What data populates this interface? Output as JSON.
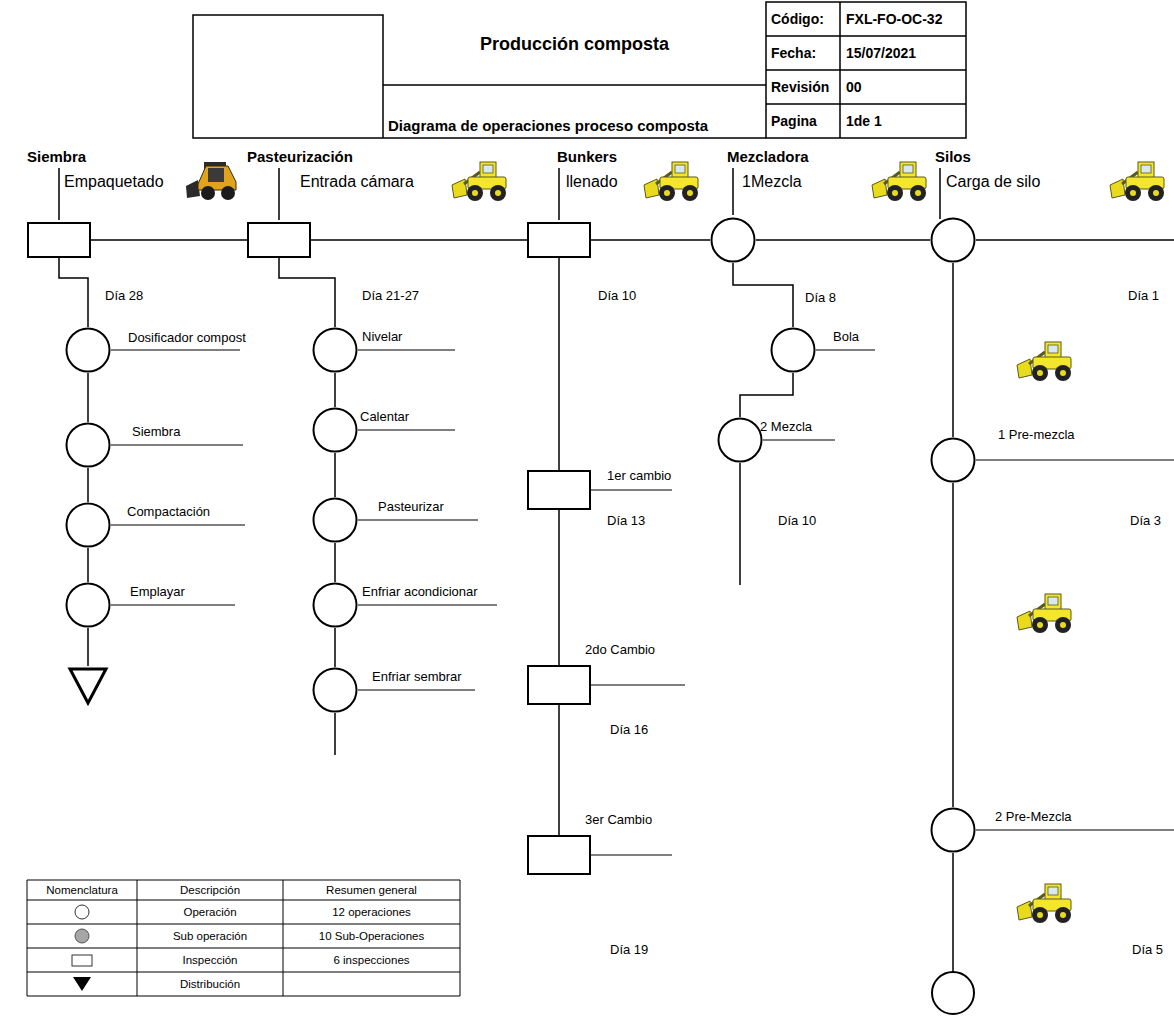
{
  "diagram": {
    "title": "Producción composta",
    "nodes": [
      {
        "text": [
          "Siembra",
          "Empaquetado"
        ]
      },
      {
        "text": [
          "Pasteurización",
          "Entrada cámara"
        ]
      },
      {
        "text": [
          "Bunkers",
          "llenado"
        ]
      },
      {
        "text": [
          "Mezcladora",
          "1Mezcla"
        ]
      },
      {
        "text": [
          "Silos",
          "Carga de silo"
        ]
      },
      {
        "text": [
          "Dosificador compost"
        ]
      },
      {
        "text": [
          "Siembra"
        ]
      },
      {
        "text": [
          "Compactación"
        ]
      },
      {
        "text": [
          "Emplayar"
        ]
      },
      {
        "text": [
          "Nivelar"
        ]
      },
      {
        "text": [
          "Calentar"
        ]
      },
      {
        "text": [
          "Pasteurizar"
        ]
      },
      {
        "text": [
          "Enfriar acondicionar"
        ]
      },
      {
        "text": [
          "Enfriar sembrar"
        ]
      },
      {
        "text": [
          "1er cambio"
        ]
      },
      {
        "text": [
          "2do Cambio"
        ]
      },
      {
        "text": [
          "3er Cambio"
        ]
      },
      {
        "text": [
          "Bola"
        ]
      },
      {
        "text": [
          "2 Mezcla"
        ]
      },
      {
        "text": [
          "1 Pre-mezcla"
        ]
      },
      {
        "text": [
          "2 Pre-Mezcla"
        ]
      }
    ],
    "edges": [
      {
        "from": 0,
        "to": 1,
        "arrow": "none"
      },
      {
        "from": 1,
        "to": 2,
        "arrow": "none"
      },
      {
        "from": 2,
        "to": 3,
        "arrow": "none"
      },
      {
        "from": 3,
        "to": 4,
        "arrow": "none"
      },
      {
        "from": 0,
        "to": 5,
        "arrow": "none"
      },
      {
        "from": 5,
        "to": 6,
        "arrow": "none"
      },
      {
        "from": 6,
        "to": 7,
        "arrow": "none"
      },
      {
        "from": 7,
        "to": 8,
        "arrow": "none"
      },
      {
        "from": 1,
        "to": 9,
        "arrow": "none"
      },
      {
        "from": 9,
        "to": 10,
        "arrow": "none"
      },
      {
        "from": 10,
        "to": 11,
        "arrow": "none"
      },
      {
        "from": 11,
        "to": 12,
        "arrow": "none"
      },
      {
        "from": 12,
        "to": 13,
        "arrow": "none"
      },
      {
        "from": 2,
        "to": 14,
        "arrow": "none"
      },
      {
        "from": 14,
        "to": 15,
        "arrow": "none"
      },
      {
        "from": 15,
        "to": 16,
        "arrow": "none"
      },
      {
        "from": 3,
        "to": 17,
        "arrow": "none"
      },
      {
        "from": 17,
        "to": 18,
        "arrow": "none"
      },
      {
        "from": 4,
        "to": 19,
        "arrow": "none"
      },
      {
        "from": 19,
        "to": 20,
        "arrow": "none"
      }
    ],
    "labels": [
      "Código:",
      "FXL-FO-OC-32",
      "Fecha:",
      "15/07/2021",
      "Revisión",
      "00",
      "Pagina",
      "1de 1",
      "Diagrama de operaciones proceso composta",
      "Día 28",
      "Día 21-27",
      "Día 10",
      "Día 8",
      "Día 1",
      "Día 13",
      "Día 10",
      "Día 3",
      "Día 16",
      "Día 19",
      "Día 5",
      "Nomenclatura",
      "Descripción",
      "Resumen general",
      "12 operaciones",
      "10 Sub-Operaciones",
      "6 inspecciones"
    ],
    "legend": [
      {
        "text": "Operación"
      },
      {
        "text": "Sub operación"
      },
      {
        "text": "Inspección"
      },
      {
        "text": "Distribución"
      }
    ]
  }
}
